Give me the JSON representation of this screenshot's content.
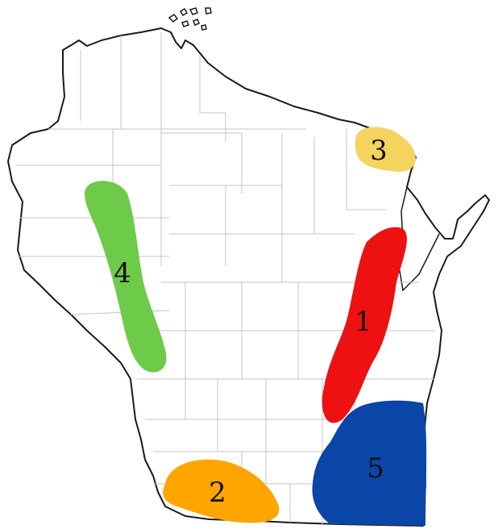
{
  "map": {
    "outline_color": "#1a1a1a",
    "county_line_color": "#c4c4c4",
    "regions": [
      {
        "label": "1",
        "color": "#ee1111",
        "icon": "red-region"
      },
      {
        "label": "2",
        "color": "#ffa500",
        "icon": "orange-region"
      },
      {
        "label": "3",
        "color": "#f5d35f",
        "icon": "yellow-region"
      },
      {
        "label": "4",
        "color": "#6ecb4a",
        "icon": "green-region"
      },
      {
        "label": "5",
        "color": "#0a45a8",
        "icon": "blue-region"
      }
    ]
  }
}
